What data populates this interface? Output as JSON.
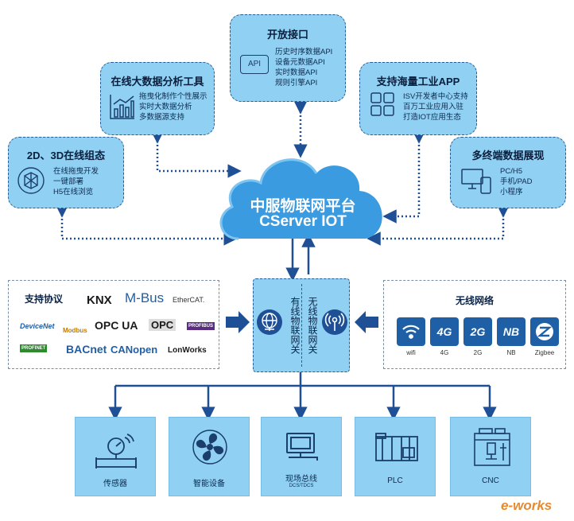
{
  "platform": {
    "name": "中服物联网平台",
    "subtitle": "CServer IOT"
  },
  "bubbles": {
    "open_api": {
      "title": "开放接口",
      "icon_label": "API",
      "lines": [
        "历史时序数据API",
        "设备元数据API",
        "实时数据API",
        "规则引擎API"
      ]
    },
    "bigdata": {
      "title": "在线大数据分析工具",
      "lines": [
        "拖曳化制作个性展示",
        "实时大数据分析",
        "多数据源支持"
      ]
    },
    "industry_app": {
      "title": "支持海量工业APP",
      "lines": [
        "ISV开发者中心支持",
        "百万工业应用入驻",
        "打造IOT应用生态"
      ]
    },
    "config": {
      "title": "2D、3D在线组态",
      "lines": [
        "在线拖曳开发",
        "一键部署",
        "H5在线浏览"
      ]
    },
    "multi_terminal": {
      "title": "多终端数据展现",
      "lines": [
        "PC/H5",
        "手机/PAD",
        "小程序"
      ]
    }
  },
  "protocols": {
    "title": "支持协议",
    "logos": [
      "KNX",
      "M-Bus",
      "EtherCAT.",
      "DeviceNet",
      "Modbus",
      "OPC UA",
      "OPC",
      "PROFIBUS",
      "PROFINET",
      "BACnet",
      "CANopen",
      "LonWorks"
    ]
  },
  "gateway": {
    "wired": "有线物联网关",
    "wireless": "无线物联网关"
  },
  "wireless": {
    "title": "无线网络",
    "items": [
      "wifi",
      "4G",
      "2G",
      "NB",
      "Zigbee"
    ],
    "icon_text": {
      "4G": "4G",
      "2G": "2G",
      "NB": "NB"
    }
  },
  "devices": [
    {
      "label": "传感器",
      "sub": ""
    },
    {
      "label": "智能设备",
      "sub": ""
    },
    {
      "label": "现场总线",
      "sub": "DCS/TDCS"
    },
    {
      "label": "PLC",
      "sub": ""
    },
    {
      "label": "CNC",
      "sub": ""
    }
  ],
  "watermark": "e-works",
  "colors": {
    "bubble": "#8fd0f3",
    "cloud": "#3a9be0",
    "arrow": "#1f4f95",
    "dark_blue": "#1f5fa6"
  }
}
